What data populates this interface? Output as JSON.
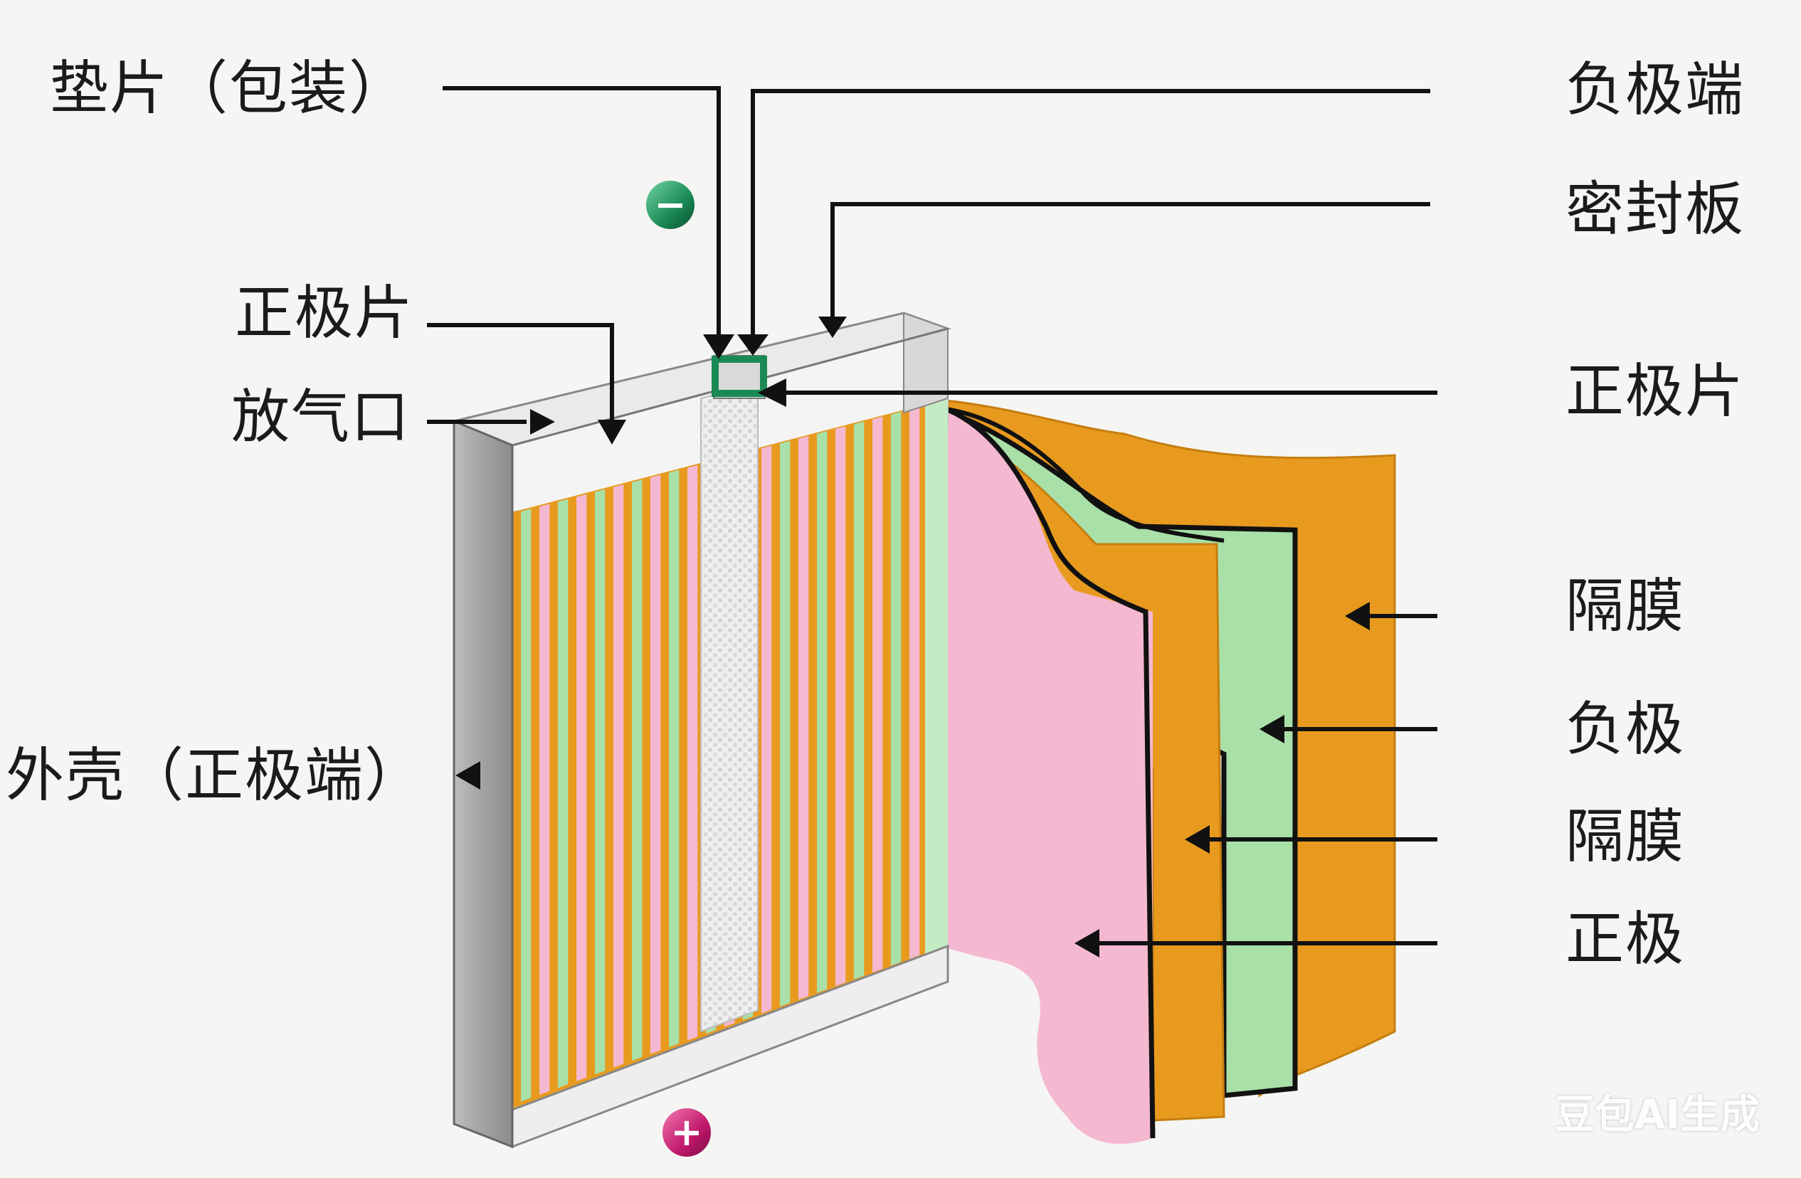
{
  "labels": {
    "gasket": "垫片（包装）",
    "pos_tab_left": "正极片",
    "vent": "放气口",
    "case": "外壳（正极端）",
    "neg_terminal": "负极端",
    "seal_plate": "密封板",
    "pos_tab_right": "正极片",
    "separator_1": "隔膜",
    "negative": "负极",
    "separator_2": "隔膜",
    "positive": "正极"
  },
  "terminal_symbols": {
    "negative": "−",
    "positive": "+"
  },
  "watermark": "豆包AI生成",
  "colors": {
    "background": "#f5f5f3",
    "orange": "#e89a1f",
    "green": "#a8e0a8",
    "pink": "#f4b8d0",
    "case_gray": "#a9a9a9",
    "negative_terminal": "#1a8a55",
    "positive_terminal": "#c2186b",
    "leader_line": "#111111"
  }
}
